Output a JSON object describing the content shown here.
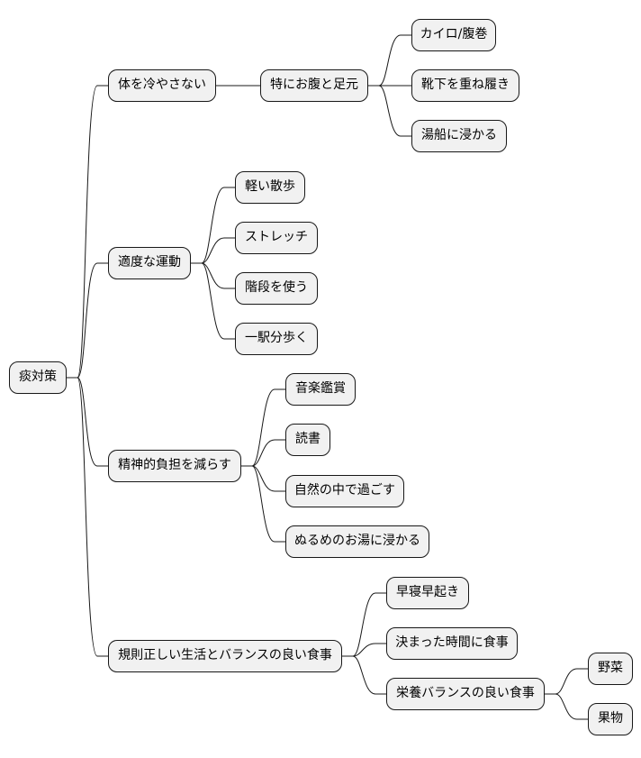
{
  "root": "痰対策",
  "branches": [
    {
      "label": "体を冷やさない",
      "children": [
        {
          "label": "特にお腹と足元",
          "children": [
            "カイロ/腹巻",
            "靴下を重ね履き",
            "湯船に浸かる"
          ]
        }
      ]
    },
    {
      "label": "適度な運動",
      "children": [
        "軽い散歩",
        "ストレッチ",
        "階段を使う",
        "一駅分歩く"
      ]
    },
    {
      "label": "精神的負担を減らす",
      "children": [
        "音楽鑑賞",
        "読書",
        "自然の中で過ごす",
        "ぬるめのお湯に浸かる"
      ]
    },
    {
      "label": "規則正しい生活とバランスの良い食事",
      "children": [
        "早寝早起き",
        "決まった時間に食事",
        {
          "label": "栄養バランスの良い食事",
          "children": [
            "野菜",
            "果物"
          ]
        }
      ]
    }
  ]
}
